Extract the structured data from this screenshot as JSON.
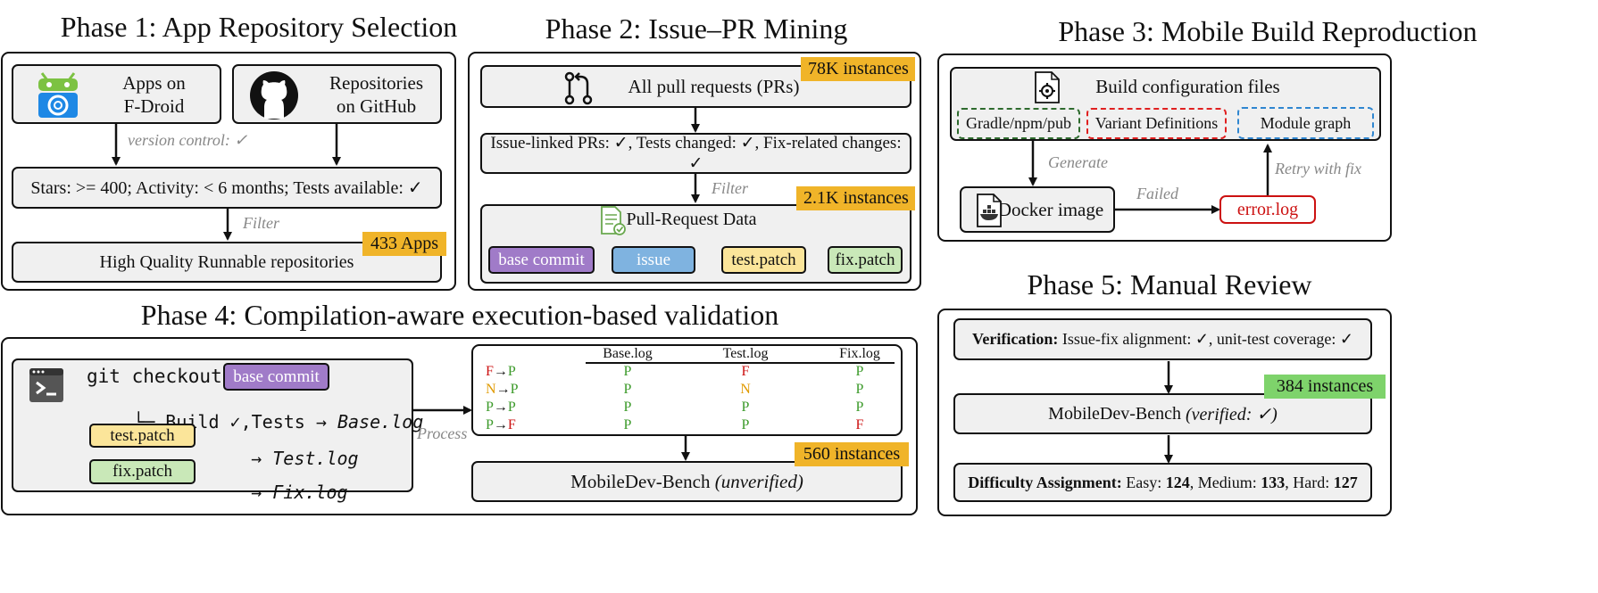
{
  "phase1": {
    "title": "Phase 1: App Repository Selection",
    "fdroid_line1": "Apps on",
    "fdroid_line2": "F-Droid",
    "github_line1": "Repositories",
    "github_line2": "on GitHub",
    "version_control": "version control: ✓",
    "criteria": "Stars: >= 400; Activity: < 6 months; Tests available: ✓",
    "filter": "Filter",
    "result": "High Quality Runnable repositories",
    "badge": "433 Apps"
  },
  "phase2": {
    "title": "Phase 2: Issue–PR Mining",
    "all_prs": "All pull requests (PRs)",
    "badge_top": "78K instances",
    "criteria": "Issue-linked PRs: ✓, Tests changed: ✓, Fix-related changes: ✓",
    "filter": "Filter",
    "badge_bottom": "2.1K instances",
    "pr_data": "Pull-Request Data",
    "chips": [
      "base commit",
      "issue",
      "test.patch",
      "fix.patch"
    ]
  },
  "phase3": {
    "title": "Phase 3: Mobile Build Reproduction",
    "config": "Build configuration files",
    "tools": "Gradle/npm/pub",
    "variants": "Variant Definitions",
    "module_graph": "Module graph",
    "generate": "Generate",
    "docker": "Docker image",
    "failed": "Failed",
    "error_log": "error.log",
    "retry": "Retry with fix"
  },
  "phase4": {
    "title": "Phase 4: Compilation-aware execution-based validation",
    "git_checkout": "git checkout",
    "base_commit": "base commit",
    "build_prefix": "└─ Build ✓,Tests → ",
    "base_log": "Base.log",
    "test_patch": "test.patch",
    "test_log": "Test.log",
    "fix_patch": "fix.patch",
    "fix_log": "Fix.log",
    "arrow": "→",
    "process": "Process",
    "table_headers": [
      "Base.log",
      "Test.log",
      "Fix.log"
    ],
    "table_rows": [
      {
        "label": [
          "F",
          "P"
        ],
        "values": [
          "P",
          "F",
          "P"
        ]
      },
      {
        "label": [
          "N",
          "P"
        ],
        "values": [
          "P",
          "N",
          "P"
        ]
      },
      {
        "label": [
          "P",
          "P"
        ],
        "values": [
          "P",
          "P",
          "P"
        ]
      },
      {
        "label": [
          "P",
          "F"
        ],
        "values": [
          "P",
          "P",
          "F"
        ]
      }
    ],
    "badge": "560 instances",
    "bench_name": "MobileDev-Bench",
    "bench_status": "(unverified)"
  },
  "phase5": {
    "title": "Phase 5: Manual Review",
    "verification_label": "Verification:",
    "verification_text": " Issue-fix alignment: ✓, unit-test coverage: ✓",
    "badge": "384 instances",
    "bench_name": "MobileDev-Bench",
    "bench_status": "(verified: ✓)",
    "difficulty_label": "Difficulty Assignment:",
    "easy_label": " Easy: ",
    "easy": "124",
    "medium_label": ", Medium: ",
    "medium": "133",
    "hard_label": ", Hard: ",
    "hard": "127"
  },
  "colors": {
    "badge_orange": "#f0b429",
    "badge_green": "#7ed36b",
    "chip_purple": "#a07bc8",
    "chip_blue": "#7fb3e0",
    "chip_yellow": "#fbe59a",
    "chip_green": "#c9e8b8",
    "dash_green": "#2e6b2e",
    "dash_red": "#e02020",
    "dash_blue": "#2f86d0"
  }
}
